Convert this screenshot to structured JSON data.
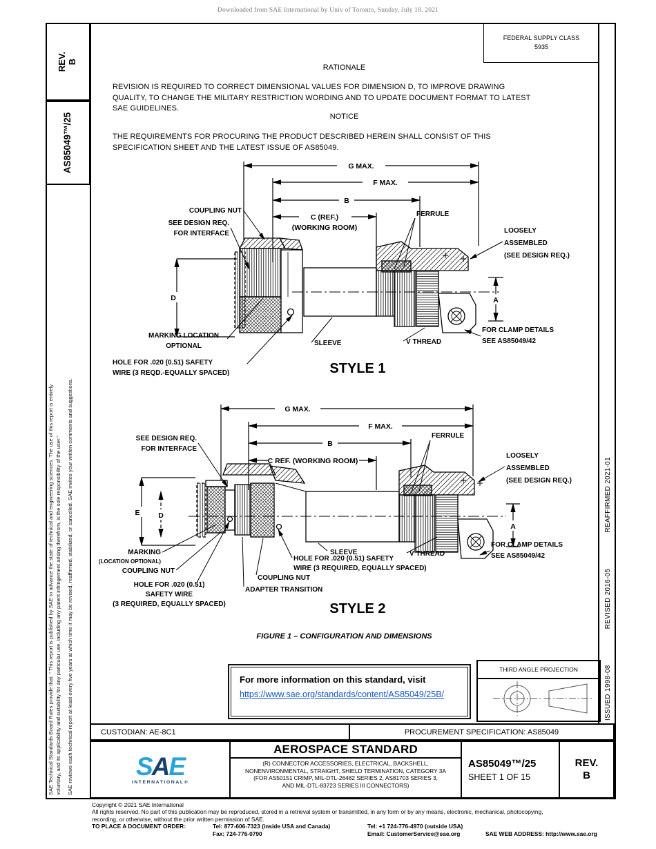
{
  "colors": {
    "link_blue": "#1155cc",
    "sae_light_blue": "#2aa3dc",
    "sae_navy": "#173f6e"
  },
  "watermark": "Downloaded from SAE International by Univ of Toronto, Sunday, July 18, 2021",
  "sidebar": {
    "rev_label": "REV.",
    "rev_value": "B",
    "doc_number": "AS85049™/25",
    "disclaimer_line1": "SAE Technical Standards Board Rules provide that: “ This report is published by SAE to advance the state of technical and engineering sciences. The use of this report is entirely",
    "disclaimer_line2": "voluntary, and its applicability and suitability for any particular use, including any patent infringement arising therefrom, is the sole responsibility of the user.”",
    "disclaimer_line3": "SAE reviews each technical report at least every five years at which time it may be revised, reaffirmed, stabilized, or cancelled. SAE invites your written comments and suggestions."
  },
  "right_margin": {
    "issued": "ISSUED 1998-08",
    "revised": "REVISED 2016-05",
    "reaffirmed": "REAFFIRMED 2021-01"
  },
  "header": {
    "fsc_label": "FEDERAL SUPPLY CLASS",
    "fsc_value": "5935",
    "rationale_title": "RATIONALE",
    "rationale_lines": [
      "REVISION IS REQUIRED TO CORRECT DIMENSIONAL VALUES FOR DIMENSION D, TO IMPROVE DRAWING",
      "QUALITY, TO CHANGE THE MILITARY RESTRICTION WORDING AND TO UPDATE DOCUMENT FORMAT TO LATEST",
      "SAE GUIDELINES."
    ],
    "notice_title": "NOTICE",
    "notice_lines": [
      "THE REQUIREMENTS FOR PROCURING THE PRODUCT DESCRIBED HEREIN SHALL CONSIST OF THIS",
      "SPECIFICATION SHEET AND THE LATEST ISSUE OF AS85049."
    ]
  },
  "figure": {
    "caption": "FIGURE 1 – CONFIGURATION AND DIMENSIONS",
    "style1": {
      "title": "STYLE 1",
      "dims": {
        "g": "G MAX.",
        "f": "F MAX.",
        "b": "B",
        "c1": "C (REF.)",
        "c2": "(WORKING ROOM)",
        "d": "D",
        "a": "A"
      },
      "labels": {
        "coupling_nut": "COUPLING NUT",
        "interface1": "SEE DESIGN REQ.",
        "interface2": "FOR INTERFACE",
        "ferrule": "FERRULE",
        "loosely1": "LOOSELY",
        "loosely2": "ASSEMBLED",
        "loosely3": "(SEE DESIGN REQ.)",
        "marking1": "MARKING LOCATION",
        "marking2": "OPTIONAL",
        "hole1": "HOLE FOR .020 (0.51) SAFETY",
        "hole2": "WIRE (3 REQD.-EQUALLY SPACED)",
        "sleeve": "SLEEVE",
        "vthread": "V THREAD",
        "clamp1": "FOR CLAMP DETAILS",
        "clamp2": "SEE AS85049/42"
      }
    },
    "style2": {
      "title": "STYLE 2",
      "dims": {
        "g": "G MAX.",
        "f": "F MAX.",
        "b": "B",
        "c": "C REF. (WORKING ROOM)",
        "e": "E",
        "d": "D",
        "a": "A"
      },
      "labels": {
        "interface1": "SEE DESIGN REQ.",
        "interface2": "FOR INTERFACE",
        "ferrule": "FERRULE",
        "loosely1": "LOOSELY",
        "loosely2": "ASSEMBLED",
        "loosely3": "(SEE DESIGN REQ.)",
        "marking1": "MARKING",
        "marking2": "(LOCATION OPTIONAL)",
        "coupling_nut1": "COUPLING NUT",
        "hole_left1": "HOLE FOR .020 (0.51)",
        "hole_left2": "SAFETY WIRE",
        "hole_left3": "(3 REQUIRED, EQUALLY SPACED)",
        "coupling_nut2": "COUPLING NUT",
        "adapter": "ADAPTER TRANSITION",
        "hole_mid1": "HOLE FOR .020 (0.51) SAFETY",
        "hole_mid2": "WIRE (3 REQUIRED, EQUALLY SPACED)",
        "sleeve": "SLEEVE",
        "vthread": "V THREAD",
        "clamp1": "FOR CLAMP DETAILS",
        "clamp2": "SEE AS85049/42"
      }
    }
  },
  "info_box": {
    "line1": "For more information on this standard, visit",
    "link": "https://www.sae.org/standards/content/AS85049/25B/"
  },
  "projection": {
    "label": "THIRD ANGLE PROJECTION"
  },
  "footer": {
    "custodian": "CUSTODIAN: AE-8C1",
    "procurement": "PROCUREMENT SPECIFICATION: AS85049",
    "logo_sae": "SAE",
    "logo_intl": "INTERNATIONAL®",
    "title": "AEROSPACE STANDARD",
    "subtitle_lines": [
      "(R) CONNECTOR ACCESSORIES, ELECTRICAL, BACKSHELL,",
      "NONENVIRONMENTAL, STRAIGHT, SHIELD TERMINATION, CATEGORY 3A",
      "(FOR AS50151 CRIMP, MIL-DTL-26482 SERIES 2, AS81703 SERIES 3,",
      "AND MIL-DTL-83723 SERIES III CONNECTORS)"
    ],
    "doc_number": "AS85049™/25",
    "sheet": "SHEET 1 OF 15",
    "rev_label": "REV.",
    "rev_value": "B"
  },
  "copyright": {
    "line1": "Copyright © 2021 SAE International",
    "line2": "All rights reserved. No part of this publication may be reproduced, stored in a retrieval system or transmitted, in any form or by any means, electronic, mechanical, photocopying,",
    "line3": "recording, or otherwise, without the prior written permission of SAE.",
    "order_label": "TO PLACE A DOCUMENT ORDER:",
    "tel1": "Tel: 877-606-7323 (inside USA and Canada)",
    "tel2": "Tel: +1 724-776-4970 (outside USA)",
    "fax": "Fax: 724-776-0790",
    "email": "Email: CustomerService@sae.org",
    "web": "SAE WEB ADDRESS: http://www.sae.org"
  }
}
